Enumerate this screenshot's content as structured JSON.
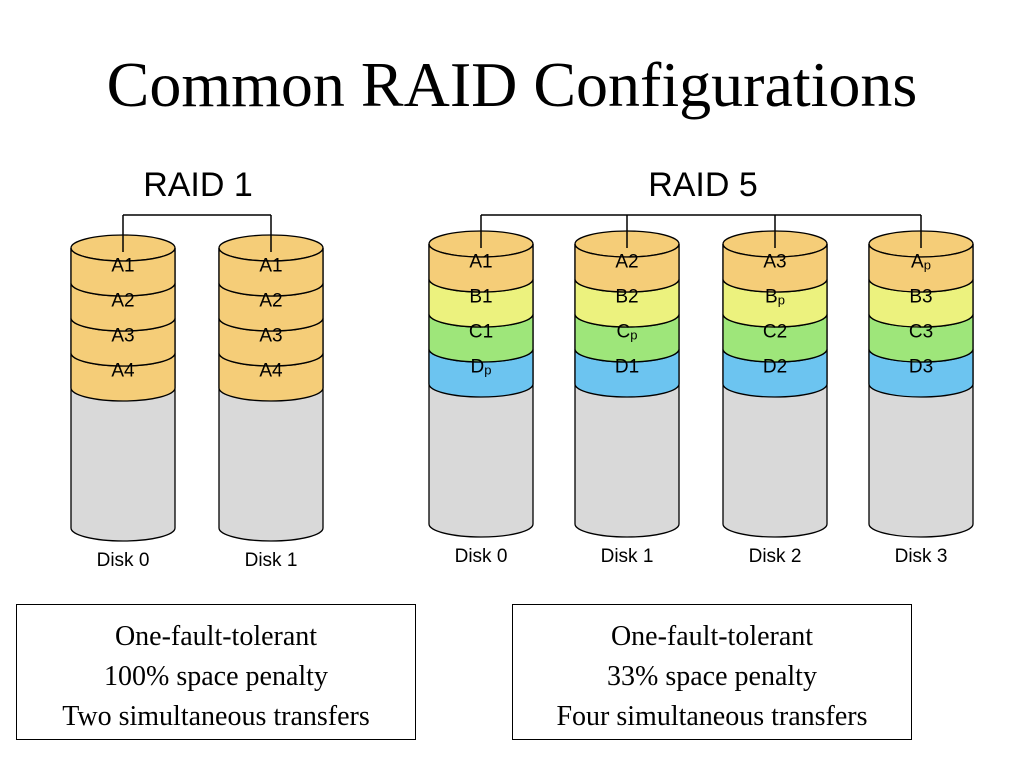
{
  "title": "Common RAID Configurations",
  "colors": {
    "A": "#f5cd78",
    "B": "#ecf27e",
    "C": "#9ee67a",
    "D": "#6cc4f0",
    "empty": "#d9d9d9",
    "stroke": "#000000"
  },
  "groups": [
    {
      "label": "RAID 1",
      "disks": [
        {
          "label": "Disk 0",
          "blocks": [
            {
              "text": "A1",
              "sub": "",
              "row": "A"
            },
            {
              "text": "A2",
              "sub": "",
              "row": "A"
            },
            {
              "text": "A3",
              "sub": "",
              "row": "A"
            },
            {
              "text": "A4",
              "sub": "",
              "row": "A"
            }
          ]
        },
        {
          "label": "Disk 1",
          "blocks": [
            {
              "text": "A1",
              "sub": "",
              "row": "A"
            },
            {
              "text": "A2",
              "sub": "",
              "row": "A"
            },
            {
              "text": "A3",
              "sub": "",
              "row": "A"
            },
            {
              "text": "A4",
              "sub": "",
              "row": "A"
            }
          ]
        }
      ],
      "description": [
        "One-fault-tolerant",
        "100% space penalty",
        "Two simultaneous transfers"
      ]
    },
    {
      "label": "RAID 5",
      "disks": [
        {
          "label": "Disk 0",
          "blocks": [
            {
              "text": "A1",
              "sub": "",
              "row": "A"
            },
            {
              "text": "B1",
              "sub": "",
              "row": "B"
            },
            {
              "text": "C1",
              "sub": "",
              "row": "C"
            },
            {
              "text": "D",
              "sub": "p",
              "row": "D"
            }
          ]
        },
        {
          "label": "Disk 1",
          "blocks": [
            {
              "text": "A2",
              "sub": "",
              "row": "A"
            },
            {
              "text": "B2",
              "sub": "",
              "row": "B"
            },
            {
              "text": "C",
              "sub": "p",
              "row": "C"
            },
            {
              "text": "D1",
              "sub": "",
              "row": "D"
            }
          ]
        },
        {
          "label": "Disk 2",
          "blocks": [
            {
              "text": "A3",
              "sub": "",
              "row": "A"
            },
            {
              "text": "B",
              "sub": "p",
              "row": "B"
            },
            {
              "text": "C2",
              "sub": "",
              "row": "C"
            },
            {
              "text": "D2",
              "sub": "",
              "row": "D"
            }
          ]
        },
        {
          "label": "Disk 3",
          "blocks": [
            {
              "text": "A",
              "sub": "p",
              "row": "A"
            },
            {
              "text": "B3",
              "sub": "",
              "row": "B"
            },
            {
              "text": "C3",
              "sub": "",
              "row": "C"
            },
            {
              "text": "D3",
              "sub": "",
              "row": "D"
            }
          ]
        }
      ],
      "description": [
        "One-fault-tolerant",
        "33% space penalty",
        "Four simultaneous transfers"
      ]
    }
  ]
}
